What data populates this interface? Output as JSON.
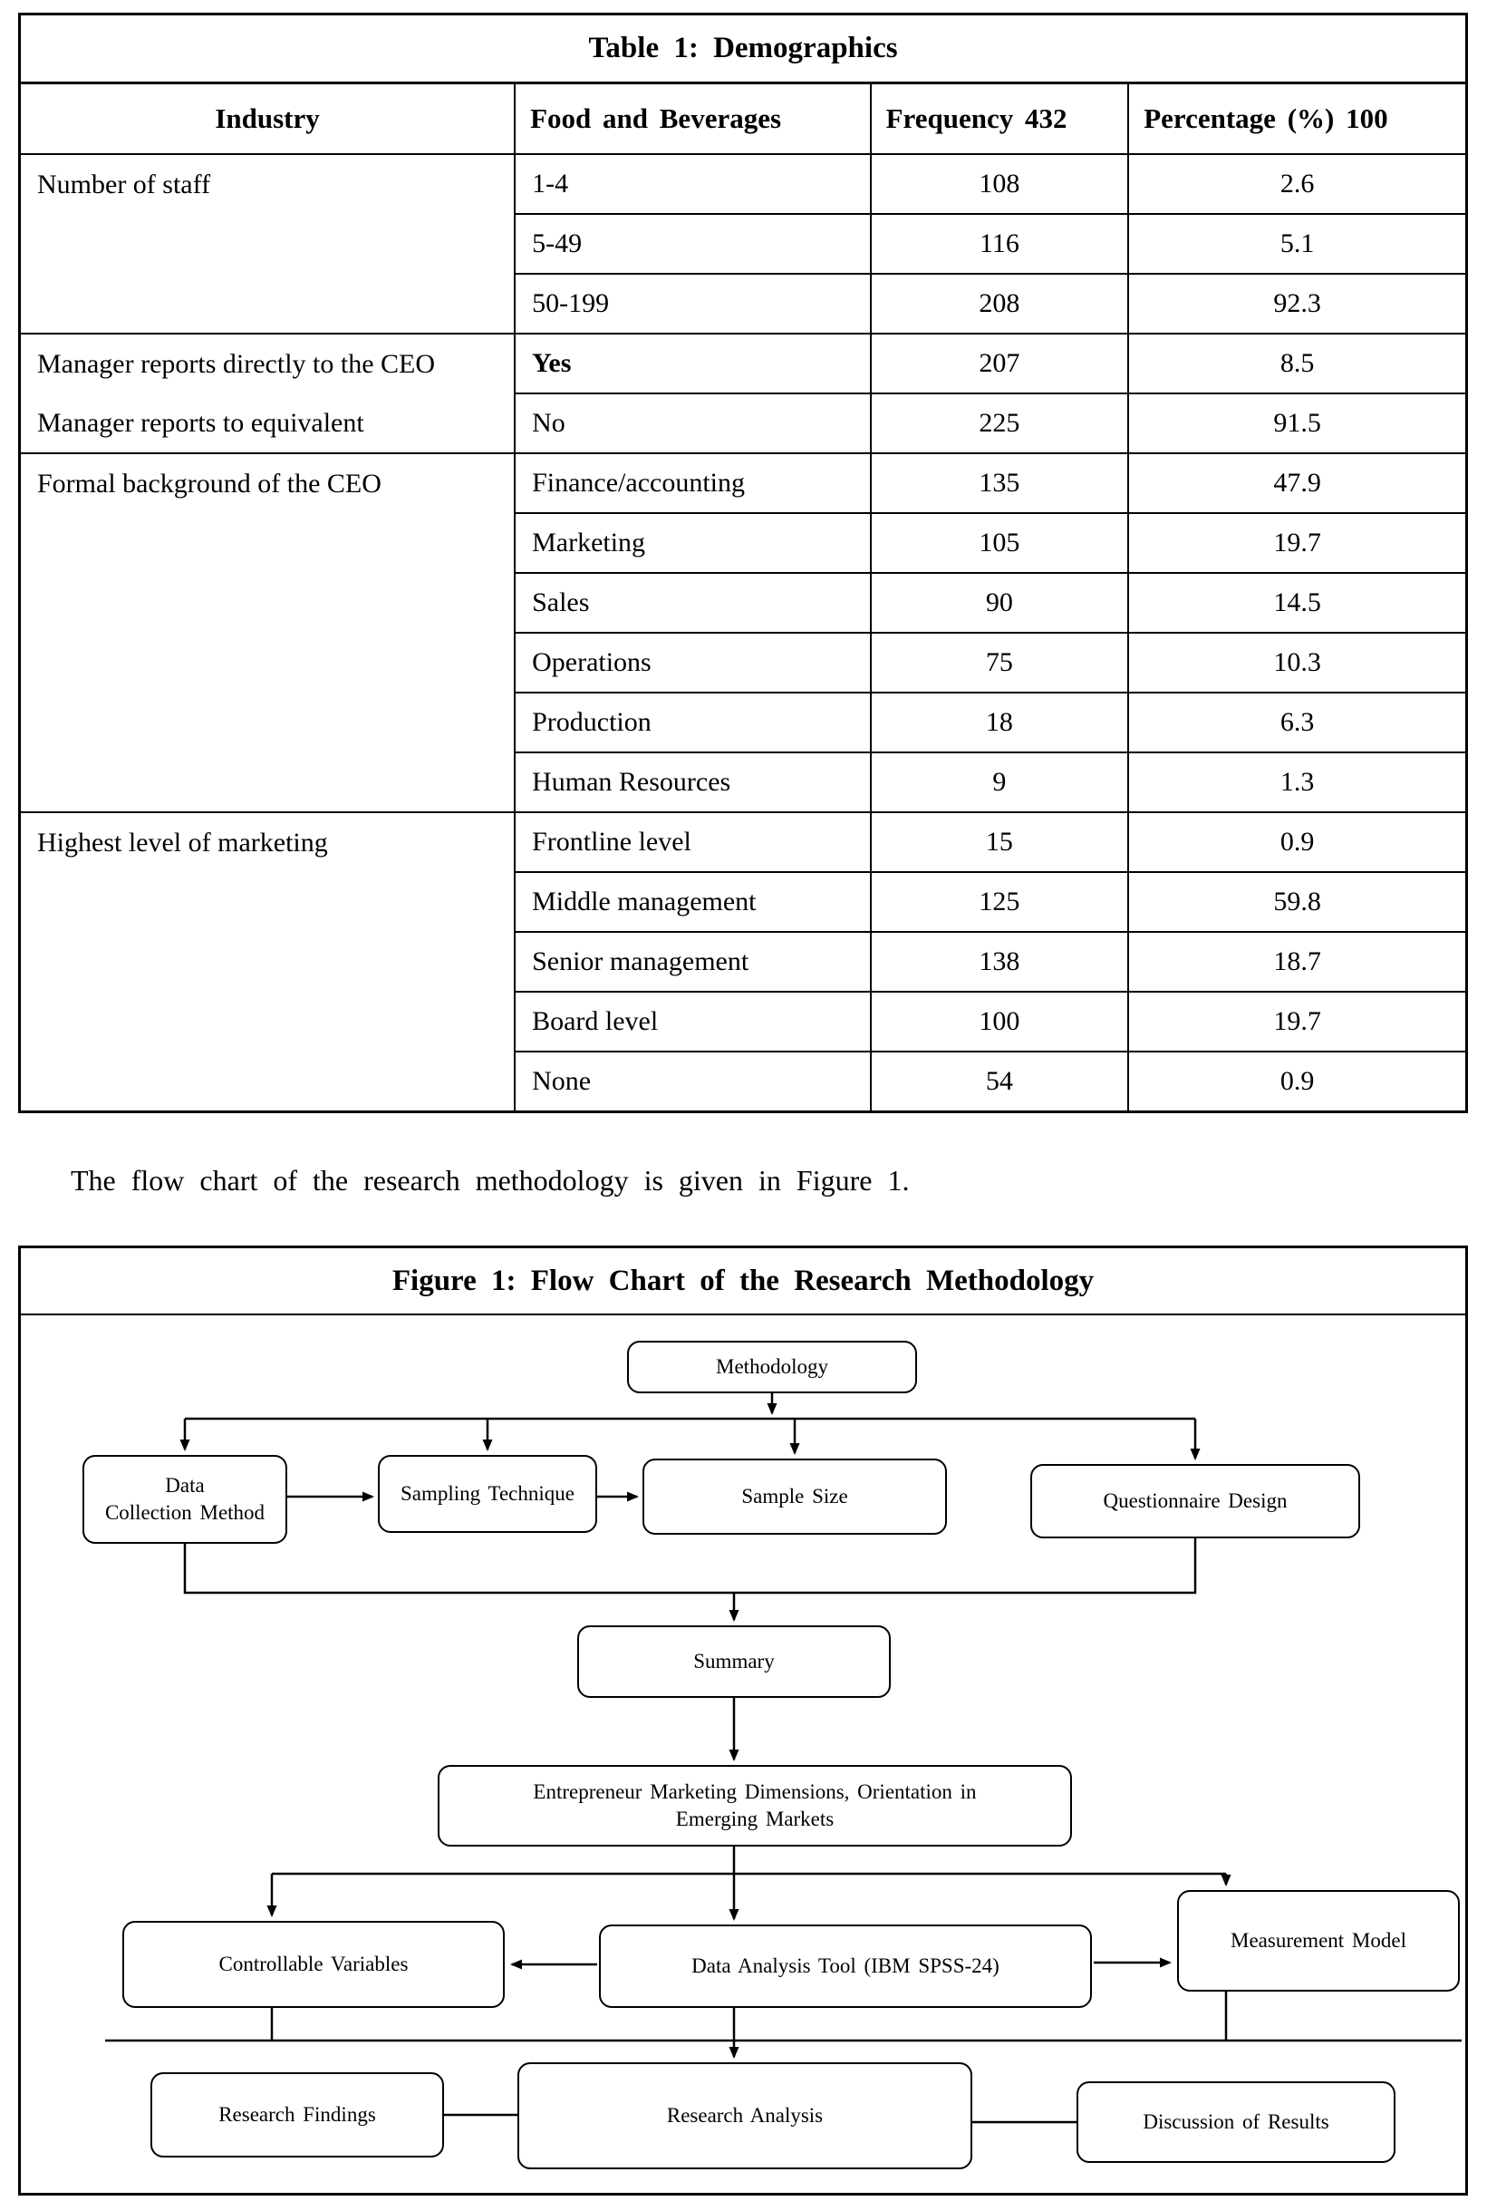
{
  "table": {
    "title": "Table 1: Demographics",
    "headers": [
      "Industry",
      "Food and Beverages",
      "Frequency 432",
      "Percentage (%) 100"
    ],
    "groups": [
      {
        "label": "Number of staff",
        "rows": [
          {
            "item": "1-4",
            "freq": "108",
            "pct": "2.6"
          },
          {
            "item": "5-49",
            "freq": "116",
            "pct": "5.1"
          },
          {
            "item": "50-199",
            "freq": "208",
            "pct": "92.3"
          }
        ]
      },
      {
        "labels": [
          "Manager reports directly to the CEO",
          "Manager reports to equivalent"
        ],
        "rows": [
          {
            "item": "Yes",
            "freq": "207",
            "pct": "8.5",
            "bold": true
          },
          {
            "item": "No",
            "freq": "225",
            "pct": "91.5"
          }
        ]
      },
      {
        "label": "Formal background of the CEO",
        "rows": [
          {
            "item": "Finance/accounting",
            "freq": "135",
            "pct": "47.9"
          },
          {
            "item": "Marketing",
            "freq": "105",
            "pct": "19.7"
          },
          {
            "item": "Sales",
            "freq": "90",
            "pct": "14.5"
          },
          {
            "item": "Operations",
            "freq": "75",
            "pct": "10.3"
          },
          {
            "item": "Production",
            "freq": "18",
            "pct": "6.3"
          },
          {
            "item": "Human Resources",
            "freq": "9",
            "pct": "1.3"
          }
        ]
      },
      {
        "label": "Highest level of marketing",
        "rows": [
          {
            "item": "Frontline level",
            "freq": "15",
            "pct": "0.9"
          },
          {
            "item": "Middle management",
            "freq": "125",
            "pct": "59.8"
          },
          {
            "item": "Senior management",
            "freq": "138",
            "pct": "18.7"
          },
          {
            "item": "Board level",
            "freq": "100",
            "pct": "19.7"
          },
          {
            "item": "None",
            "freq": "54",
            "pct": "0.9"
          }
        ]
      }
    ]
  },
  "paragraph": {
    "text": "The flow chart of the research methodology is given in Figure 1."
  },
  "figure": {
    "title": "Figure 1: Flow Chart of the Research Methodology",
    "nodes": {
      "methodology": "Methodology",
      "data_collection": [
        "Data",
        "Collection Method"
      ],
      "sampling": "Sampling Technique",
      "sample_size": "Sample Size",
      "questionnaire": "Questionnaire Design",
      "summary": "Summary",
      "entrepreneur": [
        "Entrepreneur Marketing Dimensions, Orientation in",
        "Emerging Markets"
      ],
      "controllable": "Controllable Variables",
      "data_analysis": "Data Analysis Tool (IBM SPSS-24)",
      "measurement": "Measurement Model",
      "findings": "Research Findings",
      "analysis": "Research Analysis",
      "discussion": "Discussion of Results"
    }
  },
  "colors": {
    "border": "#000000",
    "background": "#ffffff",
    "text": "#000000"
  }
}
